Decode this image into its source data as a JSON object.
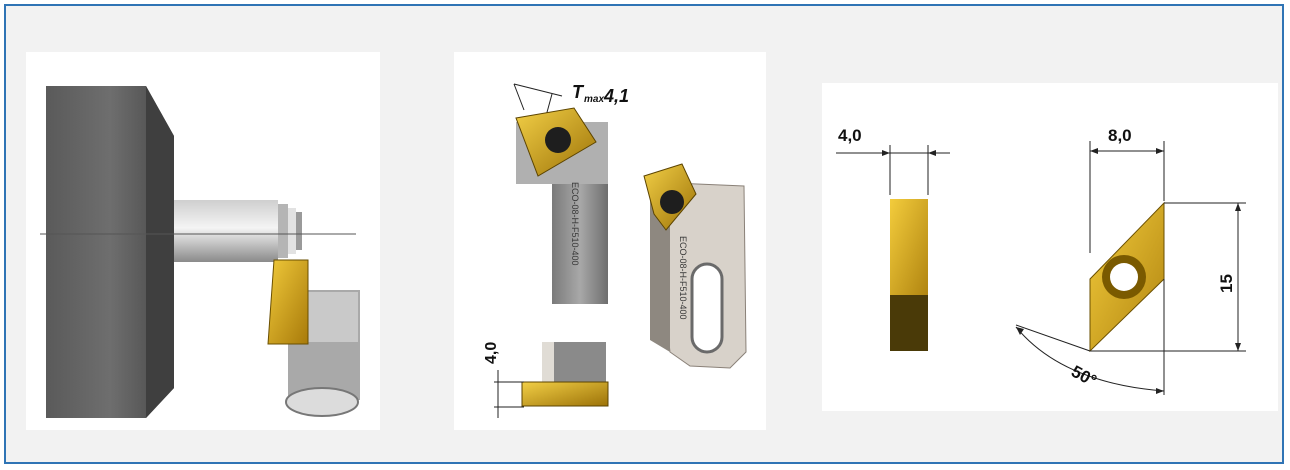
{
  "panel_setup": {},
  "panel_holder": {
    "tmax_symbol": "T",
    "tmax_subscript": "max",
    "tmax_value": "4,1",
    "engraving": "ECO-08-H-F510-400",
    "height_label": "4,0"
  },
  "panel_insert": {
    "thickness_label": "4,0",
    "width_label": "8,0",
    "length_label": "15",
    "angle_label": "50°"
  },
  "colors": {
    "frame_border": "#2f74b5",
    "background": "#f2f2f2",
    "gold": "#d4a017",
    "gold_dark": "#7a5a00",
    "steel": "#8c8c8c",
    "dark_steel": "#4a4a4a"
  }
}
